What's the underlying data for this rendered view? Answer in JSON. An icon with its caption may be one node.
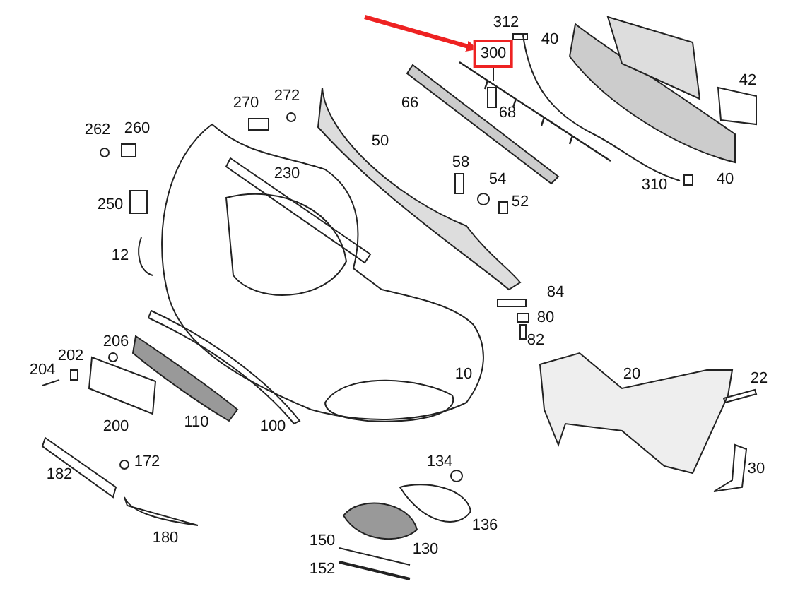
{
  "diagram": {
    "nodes": [
      {
        "text": [
          "300"
        ]
      },
      {
        "text": [],
        "shape": "bar"
      }
    ],
    "edges": [
      {
        "from": null,
        "to": 0,
        "arrow": "to",
        "style": "thick",
        "color": "#ee2222"
      },
      {
        "from": 0,
        "to": 1,
        "arrow": "none",
        "color": "#222222"
      }
    ],
    "labels": [
      "312",
      "40",
      "42",
      "270",
      "272",
      "66",
      "68",
      "262",
      "260",
      "50",
      "230",
      "58",
      "54",
      "310",
      "40",
      "250",
      "52",
      "12",
      "84",
      "80",
      "206",
      "82",
      "202",
      "204",
      "10",
      "20",
      "22",
      "200",
      "110",
      "100",
      "172",
      "134",
      "182",
      "30",
      "136",
      "180",
      "150",
      "130",
      "152"
    ]
  }
}
